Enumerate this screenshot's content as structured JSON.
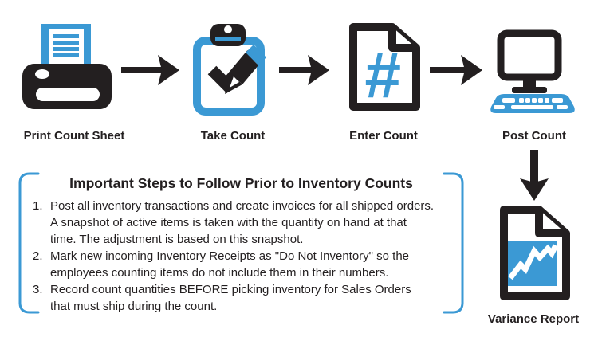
{
  "colors": {
    "accent_blue": "#3B99D4",
    "ink_black": "#231F20"
  },
  "flow": {
    "steps": [
      {
        "label": "Print Count Sheet",
        "icon": "printer-icon"
      },
      {
        "label": "Take Count",
        "icon": "clipboard-check-pencil-icon"
      },
      {
        "label": "Enter Count",
        "icon": "numbers-document-icon"
      },
      {
        "label": "Post Count",
        "icon": "desktop-computer-icon"
      }
    ],
    "result": {
      "label": "Variance Report",
      "icon": "chart-report-icon"
    }
  },
  "info_box": {
    "title": "Important Steps to Follow Prior to Inventory Counts",
    "items": [
      {
        "num": "1.",
        "text": "Post all inventory transactions and create invoices for all shipped orders.\nA snapshot of active items is taken with the quantity on hand at that\ntime. The adjustment is based on this snapshot."
      },
      {
        "num": "2.",
        "text": "Mark new incoming Inventory Receipts as \"Do Not Inventory\" so the\nemployees counting items do not include them in their numbers."
      },
      {
        "num": "3.",
        "text": "Record count quantities BEFORE picking inventory for Sales Orders\nthat must ship during the count."
      }
    ]
  }
}
